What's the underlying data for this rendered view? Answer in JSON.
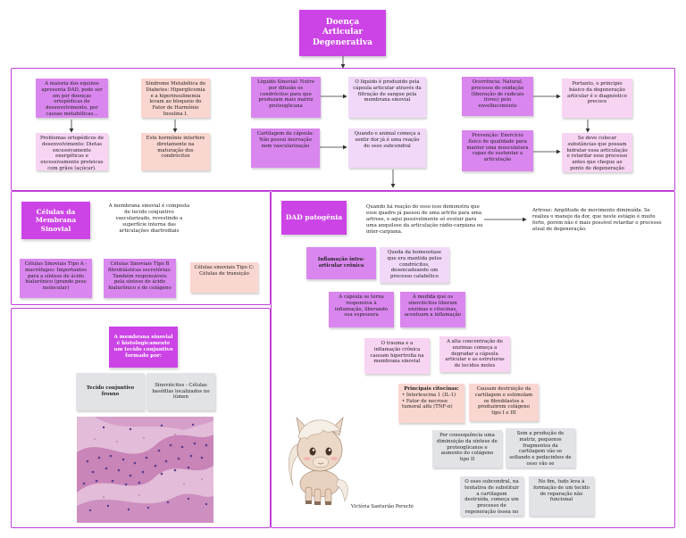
{
  "title": "Doença Articular Degenerativa",
  "top": {
    "n1": "A maioria dos equinos apresenta DAD, pode ser em por doenças ortopédicas de desenvolvimento, por causas metabólicas...",
    "n2": "Problemas ortopédicos de desenvolvimento: Dietas excessivamente energéticas e excessivamente proteicas com grãos (açúcar).",
    "n3": "Síndrome Metabólica do Diabetes: Hiperglicemia e a hiperinsulinemia levam ao bloqueio do Fator de Harmônio Insulina I.",
    "n4": "Este hormônio interfere diretamente na maturação dos condrócitos",
    "n5": "Líquido Sinovial: Nutre por difusão os condrócitos para que produzam mais matriz proteoglicana",
    "n6": "O líquido é produzido pela cápsula articular através da filtração de sangue pela membrana sinovial",
    "n7": "Cartilagem da cápsula: Não possui inervação nem vascularização",
    "n8": "Quando o animal começa a sentir dor já é uma reação do osso subcondral",
    "n9": "Ocorrência: Natural, processo de oxidação (liberação de radicais livres) pelo envelhecimento",
    "n10": "Portanto, o principio básico da degeneração articular é o diagnóstico precoce",
    "n11": "Prevenção: Exercício físico de qualidade para manter uma musculatura capaz de sustentar a articulação",
    "n12": "Se deve colocar substâncias que possam hidratar essa articulação e retardar esse processo antes que chegue ao ponto de degeneração"
  },
  "cells": {
    "header": "Células da Membrana Sinovial",
    "intro": "A membrana sinovial é composta de tecido conjuntivo vascularizado, revestindo a superfície interna das articulações diartrodiais",
    "a": "Células Sinoviais Tipo A - macrófagos: Importantes para a síntese de ácido hialurônico (grande peso molecular)",
    "b": "Células Sinoviais Tipo B fibroblásticas secretórias: Também responsáveis pela síntese de ácido hialurônico e de colágeno",
    "c": "Células sinoviais Tipo C: Células de transição"
  },
  "histo": {
    "header": "A membrana sinovial é histologicamente um tecido conjuntivo formado por:",
    "left": "Tecido conjuntivo frouxo",
    "right": "Sinoviócitos - Células basófilas localizados no lúmen"
  },
  "pato": {
    "header": "DAD patogênia",
    "intro": "Quando há reação do osso isso demonstra que esse quadro já passou de uma artrite para uma artrose, e aqui possivelmente só evoluir para uma anquilose da articulação rádio-carpiana ou inter-carpiana.",
    "artrose": "Artrose: Amplitude de movimento diminuída. Se realiza o manejo da dor, que neste estágio é muito forte, porém não é mais possível retardar o processo atual de degeneração.",
    "inflam": "Inflamação intra-articular crônica",
    "queda": "Queda da homeostase que era mantida pelos condrócitos, desencadeando um processo catabólico",
    "capsula": "A cápsula se torna responsiva à inflamação, liberando sua espessura",
    "medida": "À medida que os sinoviócitos liberam enzimas e citocinas, acentuam a inflamação",
    "trauma": "O trauma e a inflamação crônica causam hipertrofia na membrana sinovial",
    "alta": "A alta concentração de enzimas começa a degradar a cápsula articular e as estruturas de tecidos moles",
    "citocinas_title": "Principais citocinas:",
    "citocina1": "Interleucina 1 (IL-1)",
    "citocina2": "Fator de necrose tumoral alfa (TNF-α)",
    "causam": "Causam destruição da cartilagem e estimulam os fibroblastos a produzirem colágeno tipo I e III",
    "consequencia": "Por consequência uma diminuição da síntese de proteoglicanos e aumento do colágeno tipo II",
    "sem": "Sem a produção de matriz, pequenos fragmentos da cartilagem vão se soltando e pedacinhos de osso vão se desprendendo",
    "osso": "O osso subcondral, na tentativa de substituir a cartilagem destruída, começa um processo de regeneração óssea no local",
    "fim": "No fim, tudo leva à formação de um tecido de reparação não funcional",
    "author": "Victória Santurião Peruchi"
  },
  "colors": {
    "frame": "#c040d8",
    "header": "#cc44e6",
    "pink_note": "#f8d4f3",
    "purple_note": "#d987ee",
    "peach_note": "#fad6d0",
    "gray_note": "#e1e3e6"
  }
}
